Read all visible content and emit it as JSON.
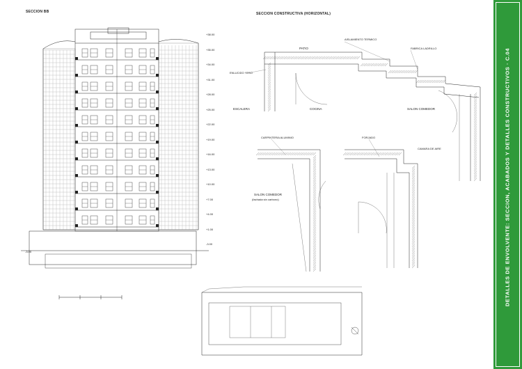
{
  "sheet": {
    "section_title": "SECCION BB",
    "detail_title": "SECCION CONSTRUCTIVA (HORIZONTAL)",
    "band_title": "DETALLES DE ENVOLVENTE: SECCION, ACABADOS Y DETALLES CONSTRUCTIVOS  ·  C.04",
    "rooms": {
      "escalera": "ESCALERA",
      "cocina": "COCINA",
      "salon": "SALON COMEDOR",
      "salon2": "SALON COMEDOR",
      "salon2_sub": "(fachada sin carbono)",
      "patio": "PATIO"
    },
    "levels": [
      "+38.00",
      "+35.00",
      "+34.00",
      "+31.00",
      "+28.00",
      "+25.00",
      "+22.00",
      "+19.00",
      "+16.00",
      "+13.00",
      "+10.00",
      "+7.00",
      "+4.00",
      "+1.00",
      "-3.00"
    ],
    "note_a": "AISLAMIENTO TERMICO",
    "note_b": "FABRICA LADRILLO",
    "note_c": "ENLUCIDO YESO",
    "note_d": "CARPINTERIA ALUMINIO",
    "note_e": "FORJADO",
    "note_f": "CAMARA DE AIRE"
  },
  "colors": {
    "band": "#2f9a3a",
    "ink": "#222222"
  }
}
